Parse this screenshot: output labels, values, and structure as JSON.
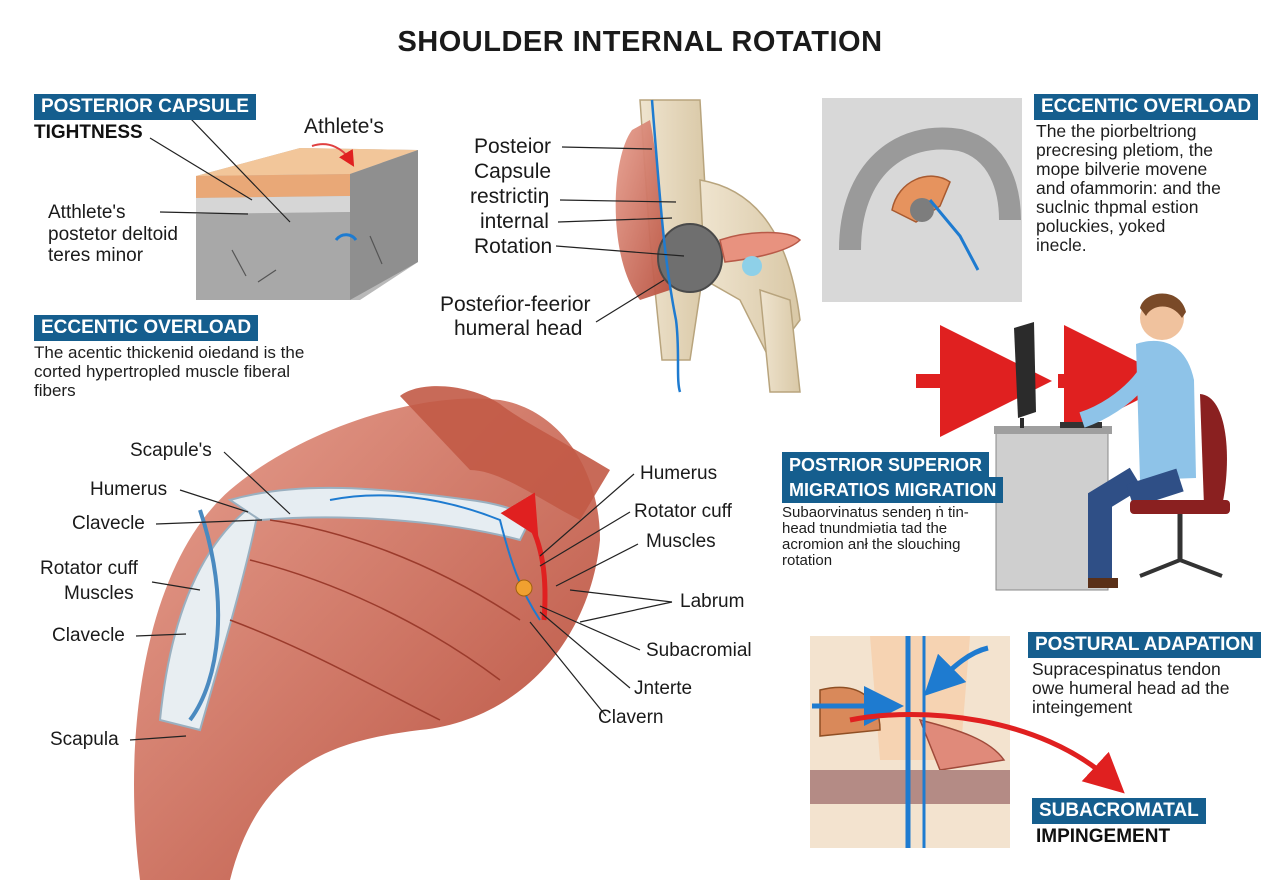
{
  "title": "SHOULDER INTERNAL ROTATION",
  "colors": {
    "tag_bg": "#155e8e",
    "arrow_red": "#e02020",
    "nerve_blue": "#1e7bd0",
    "muscle": "#c9604c"
  },
  "panel_capsule": {
    "tag": "POSTERIOR CAPSULE",
    "subtitle": "TIGHTNESS",
    "athlete_label": "Athlete's",
    "side_label_1": "Atthlete's",
    "side_label_2": "postetor deltoid",
    "side_label_3": "teres minor"
  },
  "panel_eccentric_left": {
    "tag": "ECCENTIC OVERLOAD",
    "desc_1": "The acentic thickenid oiedand is the",
    "desc_2": "corted hypertropled muscle fiberal",
    "desc_3": "fibers"
  },
  "panel_joint": {
    "label_1": "Posteior",
    "label_2": "Capsule",
    "label_3": "restrictiŋ",
    "label_4": "internal",
    "label_5": "Rotation",
    "label_6": "Posteŕior-feerior",
    "label_7": "humeral head"
  },
  "panel_eccentric_right": {
    "tag": "ECCENTIC OVERLOAD",
    "desc_1": "The the piorbeltriong",
    "desc_2": "precresing pletiom, the",
    "desc_3": "mope bilverie movene",
    "desc_4": "and ofammorin: and the",
    "desc_5": "suclnic thpmal estion",
    "desc_6": "poluckies, yoked",
    "desc_7": "inecle."
  },
  "panel_migration": {
    "tag_1": "POSTRIOR SUPERIOR",
    "tag_2": "MIGRATIOS MIGRATION",
    "desc_1": "Subaorvinatus sendeŋ ṅ tin-",
    "desc_2": "head tnundmiətia tad the",
    "desc_3": "acromion anł the slouching",
    "desc_4": "rotation"
  },
  "panel_shoulder": {
    "left_labels": [
      "Scapule's",
      "Humerus",
      "Clavecle",
      "Rotator cuff",
      "Muscles",
      "Clavecle",
      "Scapula"
    ],
    "right_labels": [
      "Humerus",
      "Rotator cuff",
      "Muscles",
      "Labrum",
      "Subacromial",
      "Jnterte",
      "Clavern"
    ]
  },
  "panel_postural": {
    "tag": "POSTURAL ADAPATION",
    "desc_1": "Supracespinatus tendon",
    "desc_2": "owe humeral head ad the",
    "desc_3": "inteingement"
  },
  "panel_impingement": {
    "tag": "SUBACROMATAL",
    "subtitle": "IMPINGEMENT"
  },
  "icons": [
    "red-arrow-icon",
    "blue-arrow-icon",
    "person-at-desk-icon",
    "computer-monitor-icon",
    "office-chair-icon"
  ]
}
